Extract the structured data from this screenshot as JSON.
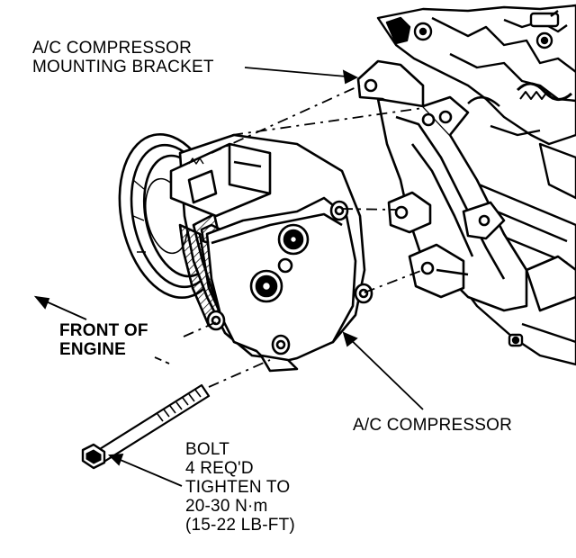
{
  "diagram": {
    "labels": {
      "bracket": [
        "A/C COMPRESSOR",
        "MOUNTING BRACKET"
      ],
      "front": [
        "FRONT OF",
        "ENGINE"
      ],
      "compressor": [
        "A/C COMPRESSOR"
      ],
      "bolt": [
        "BOLT",
        "4 REQ'D",
        "TIGHTEN TO",
        "20-30 N·m",
        "(15-22 LB-FT)"
      ]
    },
    "colors": {
      "ink": "#000000",
      "paper": "#ffffff"
    }
  }
}
